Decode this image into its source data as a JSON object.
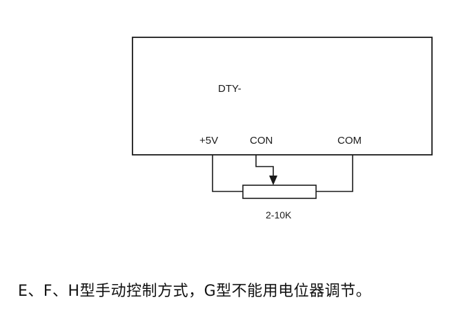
{
  "diagram": {
    "device_label": "DTY-",
    "terminals": {
      "plus5v": "+5V",
      "con": "CON",
      "com": "COM"
    },
    "potentiometer_label": "2-10K"
  },
  "caption": "E、F、H型手动控制方式，G型不能用电位器调节。"
}
